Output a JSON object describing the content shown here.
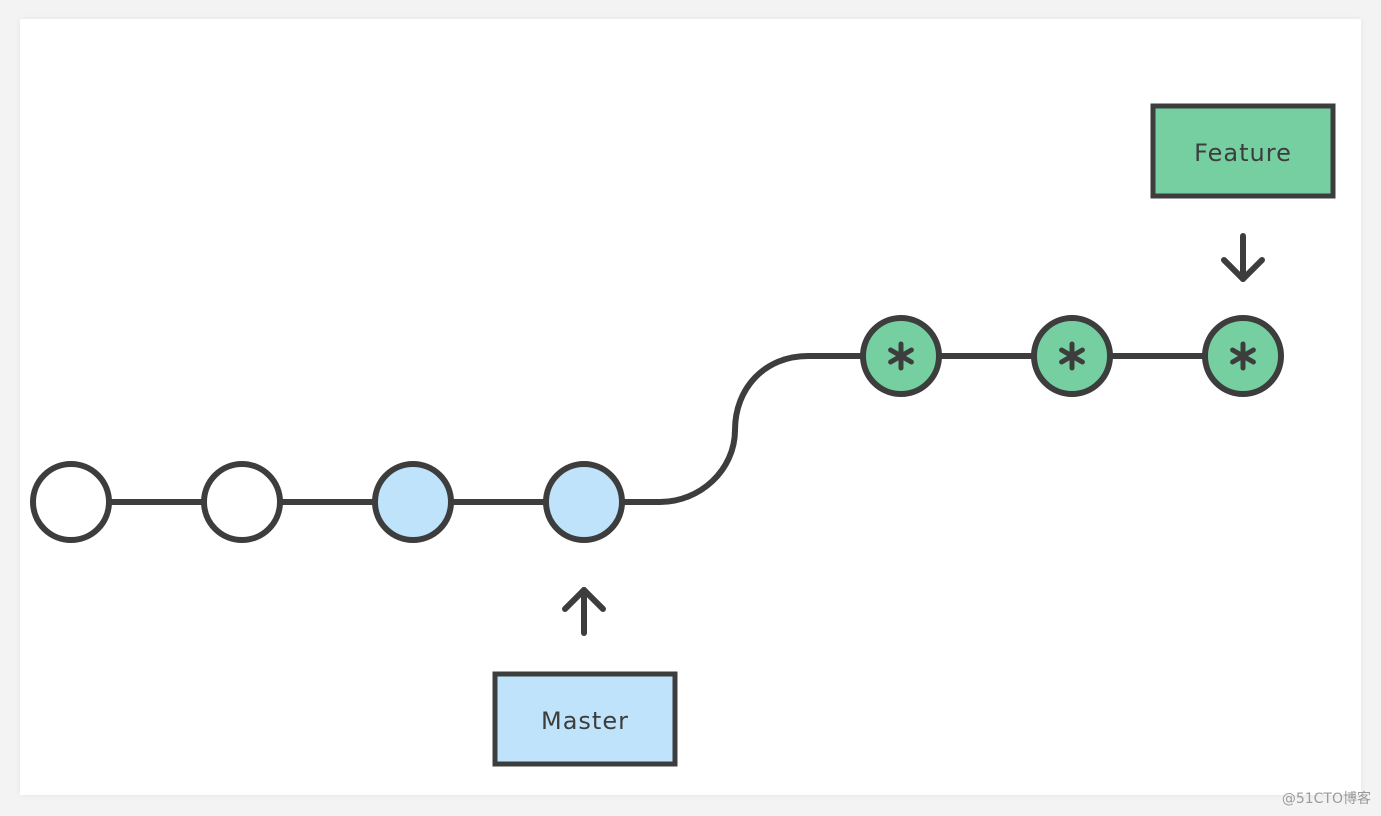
{
  "labels": {
    "master": "Master",
    "feature": "Feature"
  },
  "watermark": "@51CTO博客",
  "colors": {
    "stroke": "#3d3d3d",
    "master_fill": "#bfe3fb",
    "feature_fill": "#75cfa0",
    "base_fill": "#ffffff",
    "background": "#ffffff"
  },
  "commits": [
    {
      "branch": "base",
      "marker": "none"
    },
    {
      "branch": "base",
      "marker": "none"
    },
    {
      "branch": "master",
      "marker": "none"
    },
    {
      "branch": "master",
      "marker": "none"
    },
    {
      "branch": "feature",
      "marker": "asterisk"
    },
    {
      "branch": "feature",
      "marker": "asterisk"
    },
    {
      "branch": "feature",
      "marker": "asterisk"
    }
  ]
}
